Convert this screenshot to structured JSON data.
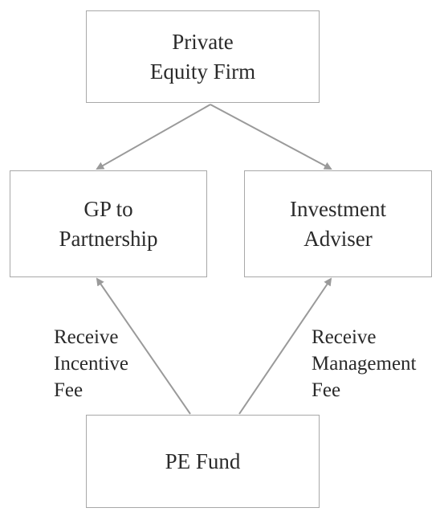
{
  "nodes": {
    "pe_firm": {
      "line1": "Private",
      "line2": "Equity Firm"
    },
    "gp": {
      "line1": "GP to",
      "line2": "Partnership"
    },
    "adviser": {
      "line1": "Investment",
      "line2": "Adviser"
    },
    "fund": {
      "line1": "PE Fund"
    }
  },
  "edges": {
    "incentive": {
      "line1": "Receive",
      "line2": "Incentive",
      "line3": "Fee"
    },
    "management": {
      "line1": "Receive",
      "line2": "Management",
      "line3": "Fee"
    }
  },
  "colors": {
    "arrow": "#9a9a9a",
    "box_border": "#a8a8a8",
    "text": "#2a2a2a"
  }
}
